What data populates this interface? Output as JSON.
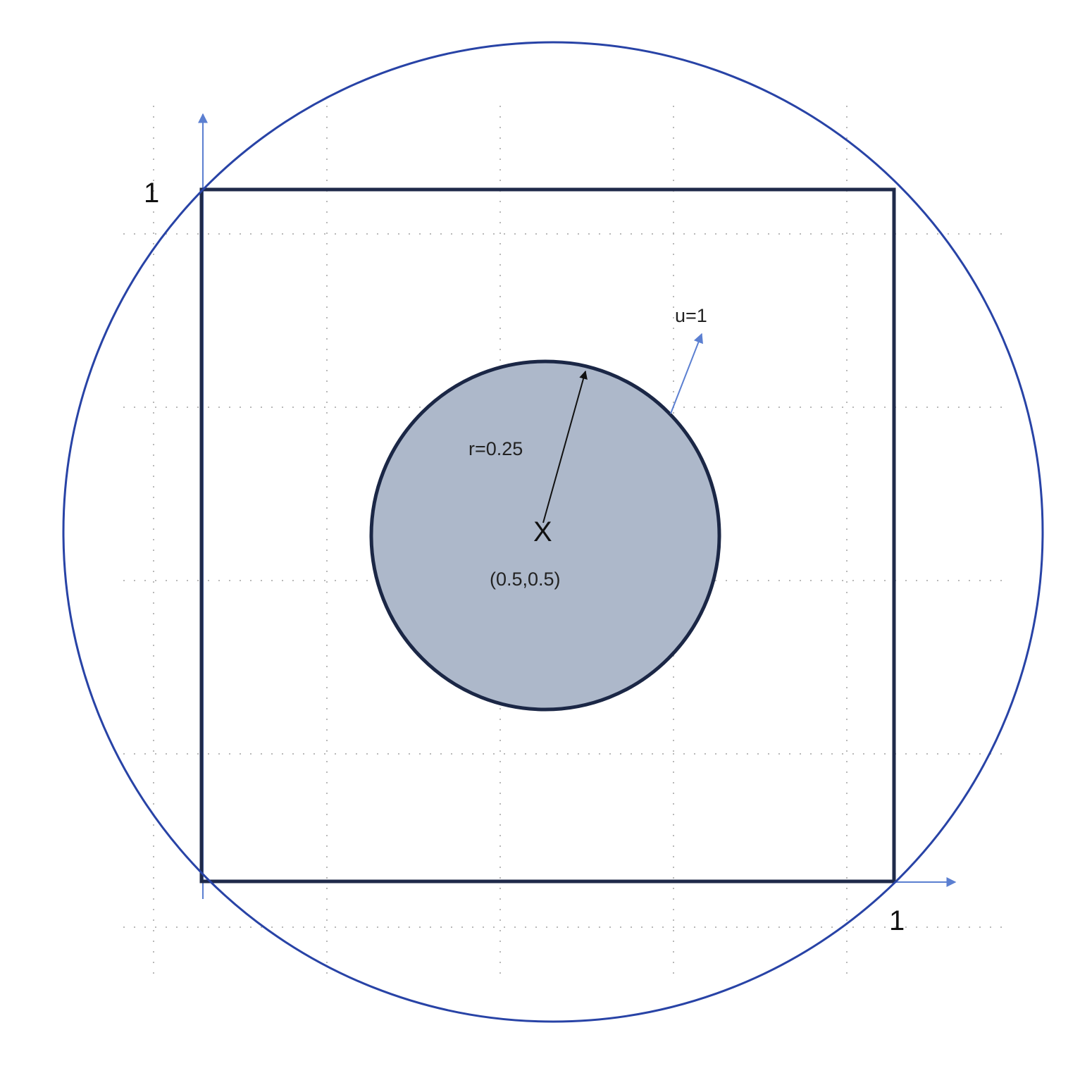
{
  "labels": {
    "y_axis_tick": "1",
    "x_axis_tick": "1",
    "radius": "r=0.25",
    "center_marker": "X",
    "center_coords": "(0.5,0.5)",
    "velocity": "u=1"
  },
  "colors": {
    "background": "#ffffff",
    "grid": "#b9b9b9",
    "square_outline": "#1f2a4a",
    "outer_circle": "#2843a6",
    "inner_circle_fill": "#adb8ca",
    "inner_circle_stroke": "#1b2746",
    "axis_arrows": "#5b7fd1",
    "radius_arrow": "#111111"
  }
}
